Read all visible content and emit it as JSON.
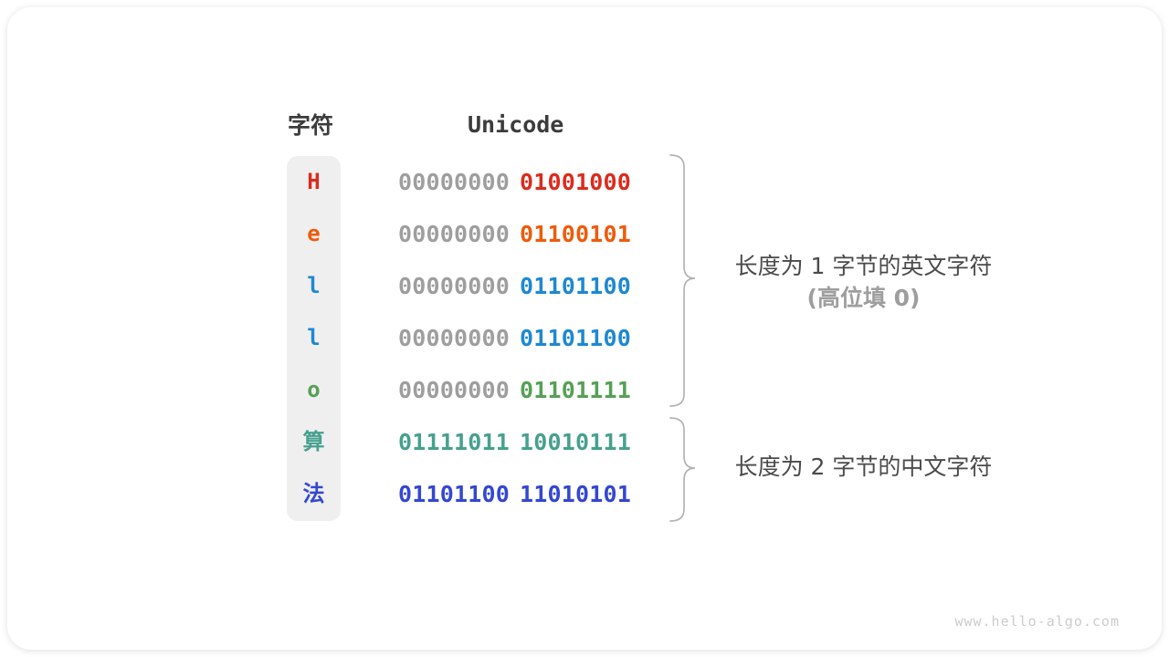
{
  "table": {
    "headers": {
      "char": "字符",
      "unicode": "Unicode"
    },
    "rows": [
      {
        "char": "H",
        "color": "#dc2b1e",
        "byte_high": "00000000",
        "byte_low": "01001000",
        "two_byte": false
      },
      {
        "char": "e",
        "color": "#ee5b0b",
        "byte_high": "00000000",
        "byte_low": "01100101",
        "two_byte": false
      },
      {
        "char": "l",
        "color": "#1e88d2",
        "byte_high": "00000000",
        "byte_low": "01101100",
        "two_byte": false
      },
      {
        "char": "l",
        "color": "#1e88d2",
        "byte_high": "00000000",
        "byte_low": "01101100",
        "two_byte": false
      },
      {
        "char": "o",
        "color": "#55a055",
        "byte_high": "00000000",
        "byte_low": "01101111",
        "two_byte": false
      },
      {
        "char": "算",
        "color": "#47a08f",
        "byte_high": "01111011",
        "byte_low": "10010111",
        "two_byte": true
      },
      {
        "char": "法",
        "color": "#3347d1",
        "byte_high": "01101100",
        "byte_low": "11010101",
        "two_byte": true
      }
    ]
  },
  "annotations": {
    "group1": {
      "line1": "长度为 1 字节的英文字符",
      "line2": "(高位填 0)"
    },
    "group2": {
      "line1": "长度为 2 字节的中文字符"
    }
  },
  "watermark": "www.hello-algo.com",
  "colors": {
    "header_text": "#3c3c3c",
    "pad_byte_gray": "#9e9e9e",
    "char_column_bg": "#efefef",
    "label_primary": "#4a4a4a",
    "label_secondary": "#9e9e9e",
    "brace": "#b3b3b3",
    "watermark": "#cccccc"
  }
}
